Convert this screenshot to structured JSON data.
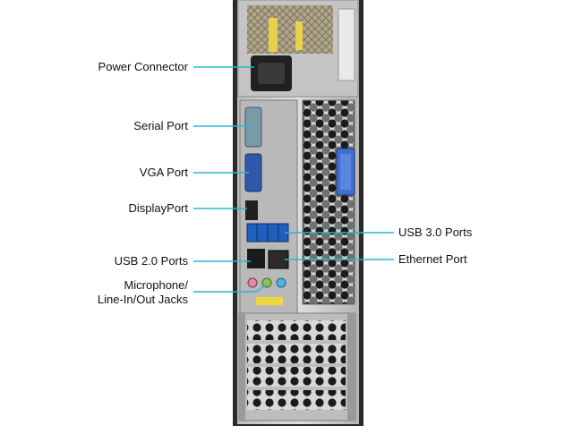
{
  "colors": {
    "callout": "#29b6d6",
    "chassis": "#c9c9c9",
    "chassis_dark": "#2a2a2a",
    "usb3": "#1f5fbf",
    "latch": "#3f6fd4",
    "serial": "#7a9aa6",
    "vga": "#2f58a8",
    "sticker": "#f2d640",
    "audio_pink": "#e58aa6",
    "audio_green": "#8bc34a",
    "audio_blue": "#4fb3e6"
  },
  "callouts": {
    "power": "Power Connector",
    "serial": "Serial Port",
    "vga": "VGA Port",
    "displayport": "DisplayPort",
    "usb2": "USB 2.0 Ports",
    "audio": "Microphone/\nLine-In/Out Jacks",
    "usb3": "USB 3.0 Ports",
    "ethernet": "Ethernet Port"
  }
}
